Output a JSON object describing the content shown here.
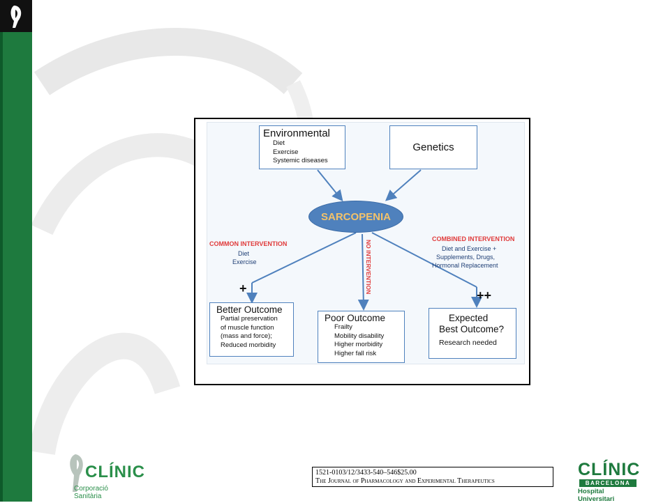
{
  "diagram": {
    "environmental": {
      "title": "Environmental",
      "items": [
        "Diet",
        "Exercise",
        "Systemic diseases"
      ]
    },
    "genetics": {
      "title": "Genetics"
    },
    "center": "SARCOPENIA",
    "common_intervention": {
      "label": "COMMON INTERVENTION",
      "lines": [
        "Diet",
        "Exercise"
      ]
    },
    "no_intervention": "NO INTERVENTION",
    "combined_intervention": {
      "label": "COMBINED INTERVENTION",
      "lines": [
        "Diet and Exercise +",
        "Supplements, Drugs,",
        "Hormonal Replacement"
      ]
    },
    "plus": "+",
    "plus_plus": "++",
    "better_outcome": {
      "title": "Better Outcome",
      "items": [
        "Partial preservation",
        "of muscle function",
        "(mass and force);",
        "Reduced morbidity"
      ]
    },
    "poor_outcome": {
      "title": "Poor Outcome",
      "items": [
        "Frailty",
        "Mobility disability",
        "Higher morbidity",
        "Higher fall risk"
      ]
    },
    "expected_outcome": {
      "title_line1": "Expected",
      "title_line2": "Best Outcome?",
      "note": "Research needed"
    }
  },
  "citation": {
    "line1": "1521-0103/12/3433-540–546$25.00",
    "line2": "The Journal of Pharmacology and Experimental Therapeutics"
  },
  "logos": {
    "left_name": "CLÍNIC",
    "left_sub": "Corporació Sanitària",
    "right_name": "CLÍNIC",
    "right_band": "BARCELONA",
    "right_sub": "Hospital Universitari"
  },
  "colors": {
    "sidebar_green": "#1e7a3e",
    "diagram_blue": "#4f81bd",
    "intervention_red": "#e03a3a",
    "sarcopenia_text": "#f3c26a"
  }
}
